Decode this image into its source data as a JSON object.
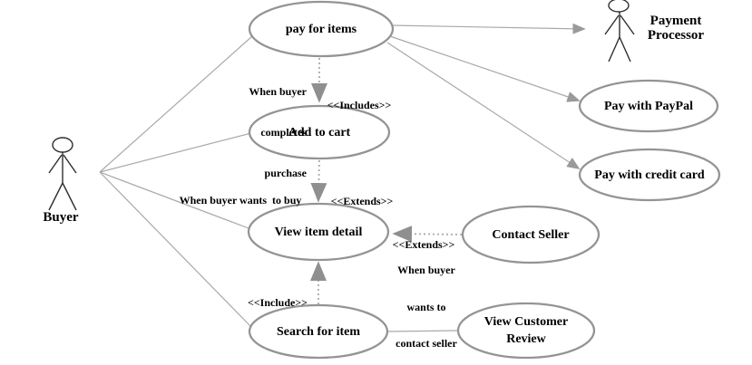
{
  "diagram_type": "uml-use-case",
  "colors": {
    "background": "#ffffff",
    "ellipse_stroke": "#949494",
    "connector": "#a9a9a9",
    "dotted_connector": "#ababab",
    "arrowhead": "#8f8f8f",
    "actor_stroke": "#2e2e2e",
    "text": "#000000"
  },
  "actors": [
    {
      "name": "Buyer",
      "label": "Buyer"
    },
    {
      "name": "Payment Processor",
      "label_lines": [
        "Payment",
        "Processor"
      ]
    }
  ],
  "use_cases": [
    {
      "label": "pay for items"
    },
    {
      "label": "Add to cart"
    },
    {
      "label": "View item detail"
    },
    {
      "label": "Search for item"
    },
    {
      "label": "Pay with PayPal"
    },
    {
      "label": "Pay with credit card"
    },
    {
      "label": "Contact Seller"
    },
    {
      "label": "View Customer Review",
      "label_lines": [
        "View Customer",
        "Review"
      ]
    }
  ],
  "relationships": [
    {
      "from": "Buyer",
      "to": "pay for items",
      "type": "association"
    },
    {
      "from": "Buyer",
      "to": "Add to cart",
      "type": "association"
    },
    {
      "from": "Buyer",
      "to": "View item detail",
      "type": "association"
    },
    {
      "from": "Buyer",
      "to": "Search for item",
      "type": "association"
    },
    {
      "from": "pay for items",
      "to": "Payment Processor",
      "type": "directed-association"
    },
    {
      "from": "pay for items",
      "to": "Pay with PayPal",
      "type": "directed-association"
    },
    {
      "from": "pay for items",
      "to": "Pay with credit card",
      "type": "directed-association"
    },
    {
      "from": "pay for items",
      "to": "Add to cart",
      "type": "include",
      "stereotype": "<<Includes>>",
      "note_lines": [
        "When buyer",
        "completes",
        "purchase"
      ]
    },
    {
      "from": "Add to cart",
      "to": "View item detail",
      "type": "extend",
      "stereotype": "<<Extends>>",
      "note": "When buyer wants  to buy"
    },
    {
      "from": "Contact Seller",
      "to": "View item detail",
      "type": "extend",
      "stereotype": "<<Extends>>",
      "note_lines": [
        "When buyer",
        "wants to",
        "contact seller"
      ]
    },
    {
      "from": "Search for item",
      "to": "View item detail",
      "type": "include",
      "stereotype": "<<Include>>"
    },
    {
      "from": "Search for item",
      "to": "View Customer Review",
      "type": "association"
    }
  ]
}
